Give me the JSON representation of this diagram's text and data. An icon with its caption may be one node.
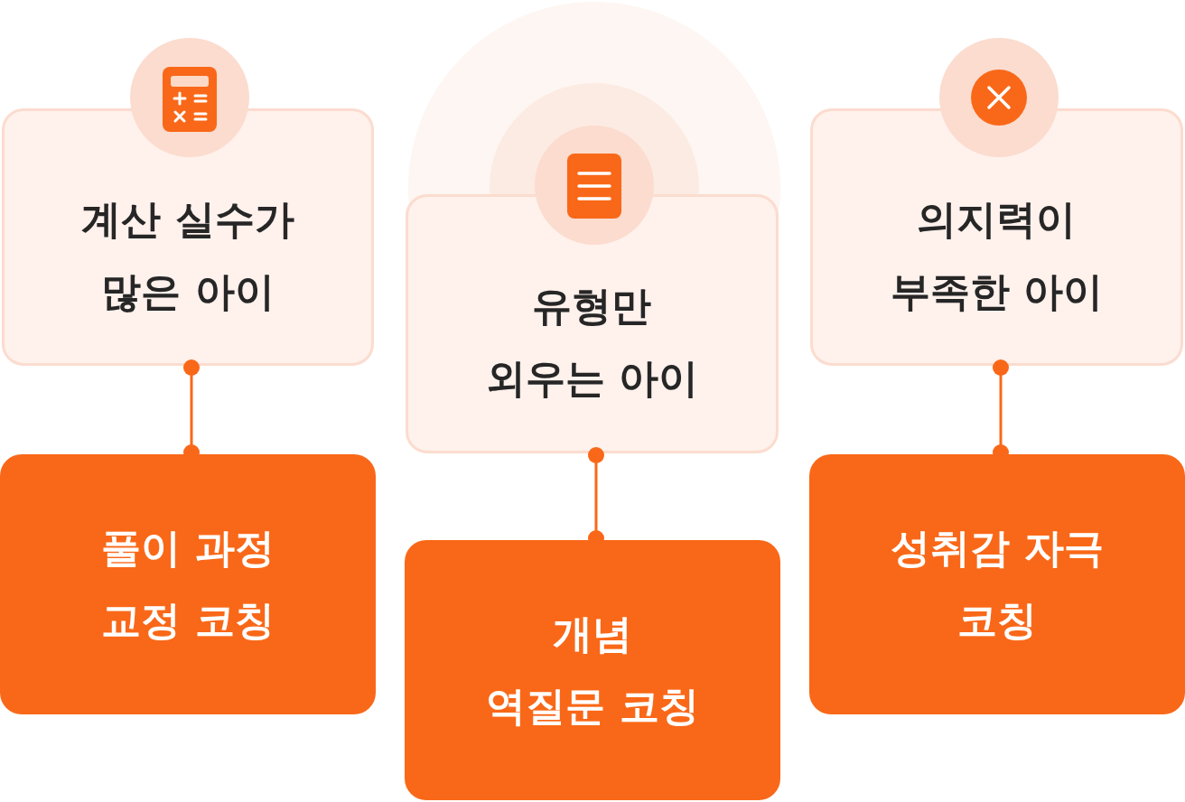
{
  "diagram": {
    "nodes": [
      {
        "text": [
          "계산 실수가 많은 아이"
        ]
      },
      {
        "text": [
          "풀이 과정 교정 코칭"
        ]
      },
      {
        "text": [
          "유형만 외우는 아이"
        ]
      },
      {
        "text": [
          "개념 역질문 코칭"
        ]
      },
      {
        "text": [
          "의지력이 부족한 아이"
        ]
      },
      {
        "text": [
          "성취감 자극 코칭"
        ]
      }
    ],
    "edges": [
      {
        "from": 0,
        "to": 1,
        "arrow": "other"
      },
      {
        "from": 2,
        "to": 3,
        "arrow": "other"
      },
      {
        "from": 4,
        "to": 5,
        "arrow": "other"
      }
    ]
  }
}
